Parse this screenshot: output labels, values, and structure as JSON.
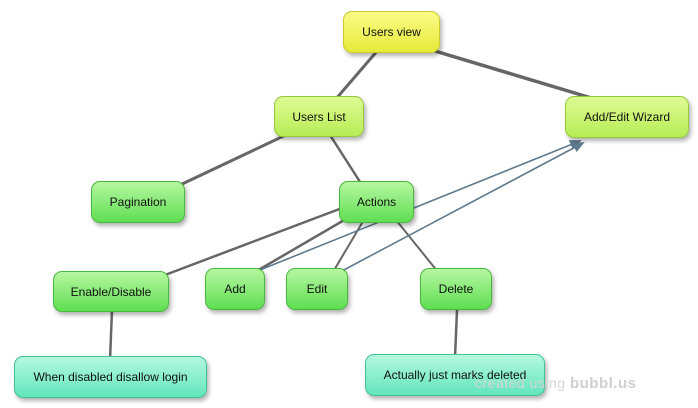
{
  "nodes": {
    "users_view": "Users view",
    "users_list": "Users List",
    "add_edit_wizard": "Add/Edit Wizard",
    "pagination": "Pagination",
    "actions": "Actions",
    "enable_disable": "Enable/Disable",
    "add": "Add",
    "edit": "Edit",
    "delete": "Delete",
    "when_disabled": "When disabled disallow login",
    "marks_deleted": "Actually just marks deleted"
  },
  "watermark": {
    "prefix": "created using",
    "brand": "bubbl.us"
  },
  "colors": {
    "yellow": "#ecf04a",
    "lime": "#c3ef66",
    "green": "#6ee15f",
    "teal": "#6fe8c1",
    "link_gray": "#5f5f5f",
    "arrow_blue": "#5f7a8e"
  }
}
